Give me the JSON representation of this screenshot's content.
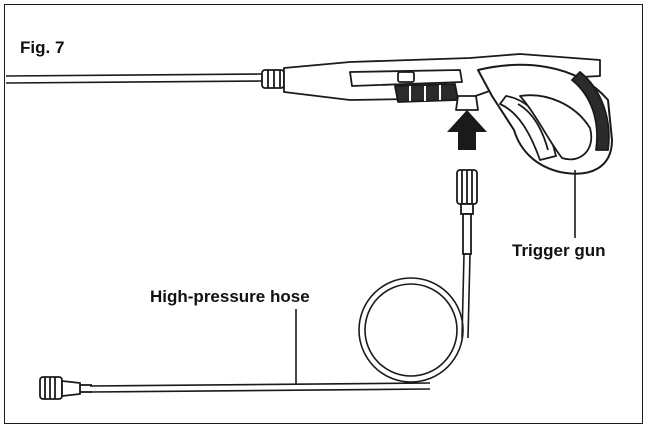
{
  "figure": {
    "title": "Fig. 7",
    "labels": {
      "trigger_gun": "Trigger gun",
      "hose": "High-pressure hose"
    },
    "colors": {
      "ink": "#1a1a1a",
      "fill_dark": "#2b2b2b",
      "fill_light": "#ffffff"
    },
    "icons": [
      "arrow-up-icon"
    ]
  }
}
